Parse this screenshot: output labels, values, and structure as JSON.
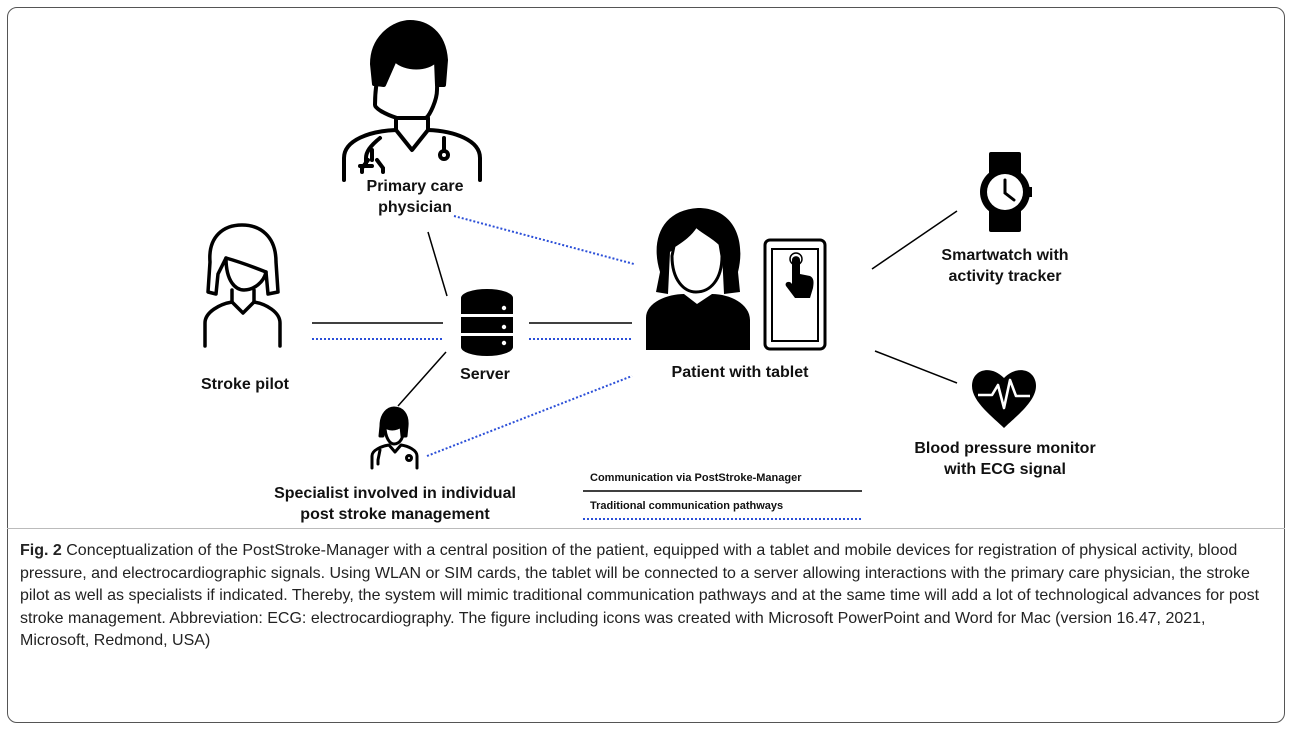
{
  "figure": {
    "nodes": {
      "primary_care": "Primary care\nphysician",
      "stroke_pilot": "Stroke pilot",
      "server": "Server",
      "patient": "Patient with tablet",
      "specialist": "Specialist involved in individual\npost stroke management",
      "smartwatch": "Smartwatch with\nactivity tracker",
      "bp_monitor": "Blood pressure monitor\nwith ECG signal"
    },
    "legend": {
      "solid": "Communication via PostStroke-Manager",
      "dotted": "Traditional communication pathways"
    },
    "colors": {
      "solid_line": "#000000",
      "dotted_line": "#2b4fd8"
    }
  },
  "caption": {
    "label": "Fig. 2",
    "text": "Conceptualization of the PostStroke-Manager with a central position of the patient, equipped with a tablet and mobile devices for registration of physical activity, blood pressure, and electrocardiographic signals. Using WLAN or SIM cards, the tablet will be connected to a server allowing interactions with the primary care physician, the stroke pilot as well as specialists if indicated. Thereby, the system will mimic traditional communication pathways and at the same time will add a lot of technological advances for post stroke management. Abbreviation: ECG: electrocardiography. The figure including icons was created with Microsoft PowerPoint and Word for Mac (version 16.47, 2021, Microsoft, Redmond, USA)"
  }
}
